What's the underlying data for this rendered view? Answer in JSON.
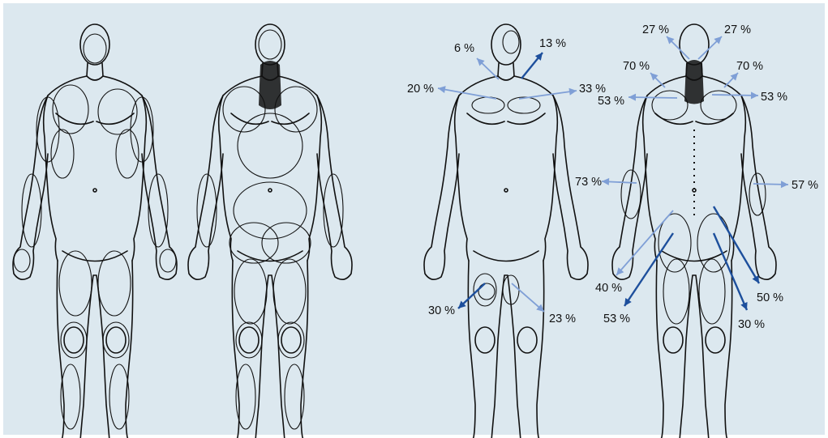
{
  "colors": {
    "background": "#dce8ef",
    "arrow_light": "#7f9fd6",
    "arrow_dark": "#1d4f9c",
    "ink": "#111111"
  },
  "labels": {
    "front_neck_left": "6 %",
    "front_neck_right": "13 %",
    "front_shoulder_left": "20 %",
    "front_shoulder_right": "33 %",
    "front_knee_left": "30 %",
    "front_knee_right": "23 %",
    "back_head_left": "27 %",
    "back_head_right": "27 %",
    "back_neck_left": "70 %",
    "back_neck_right": "70 %",
    "back_shoulder_left": "53 %",
    "back_shoulder_right": "53 %",
    "back_forearm_left": "73 %",
    "back_forearm_right": "57 %",
    "back_hip_left": "40 %",
    "back_thigh_left": "53 %",
    "back_hip_right": "50 %",
    "back_thigh_right": "30 %"
  }
}
